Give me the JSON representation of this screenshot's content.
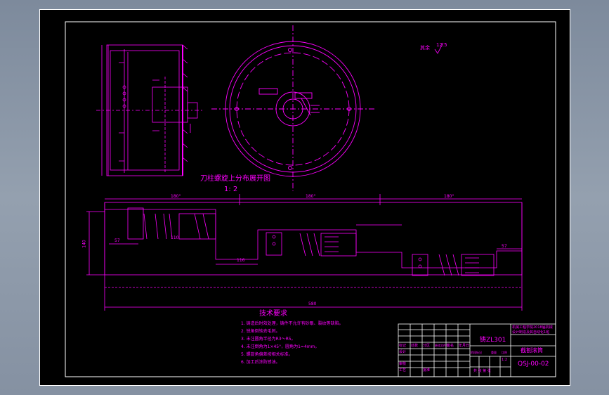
{
  "drawing": {
    "developed_view_title": "刀柱螺旋上分布展开图",
    "developed_view_scale": "1: 2",
    "dim_total_width": "580",
    "dim_height": "140",
    "dim_angle_a": "180°",
    "dim_angle_b": "180°",
    "dim_angle_c": "180°",
    "dim_110": "110",
    "dim_116": "116",
    "dim_57_left": "57",
    "dim_57_right": "57",
    "surface_note": "其余",
    "surface_value": "12.5"
  },
  "tech_requirements": {
    "title": "技术要求",
    "items": [
      "1. 铸造后时效处理，铸件不允许有砂眼、裂纹等缺陷。",
      "2. 锐角倒钝去毛刺。",
      "3. 未注圆角半径为R3～R5。",
      "4. 未注倒角为1×45°，圆角为1=4mm。",
      "5. 螺旋角偏差按相关标准。",
      "6. 加工后涂防锈油。"
    ]
  },
  "title_block": {
    "material": "铸ZL301",
    "company": "机械工程学院2018届机械设计制造及其自动化1班",
    "part_name": "截割滚筒",
    "drawing_no": "QSJ-00-02",
    "scale": "1:2",
    "header_labels": [
      "标记",
      "处数",
      "分区",
      "更改文件号",
      "签名",
      "年月日"
    ],
    "row_labels": [
      "设计",
      "审核",
      "工艺",
      "批准"
    ],
    "stage_labels": [
      "阶段标记",
      "重量",
      "比例"
    ],
    "sheet_info": "共 张 第 张"
  }
}
